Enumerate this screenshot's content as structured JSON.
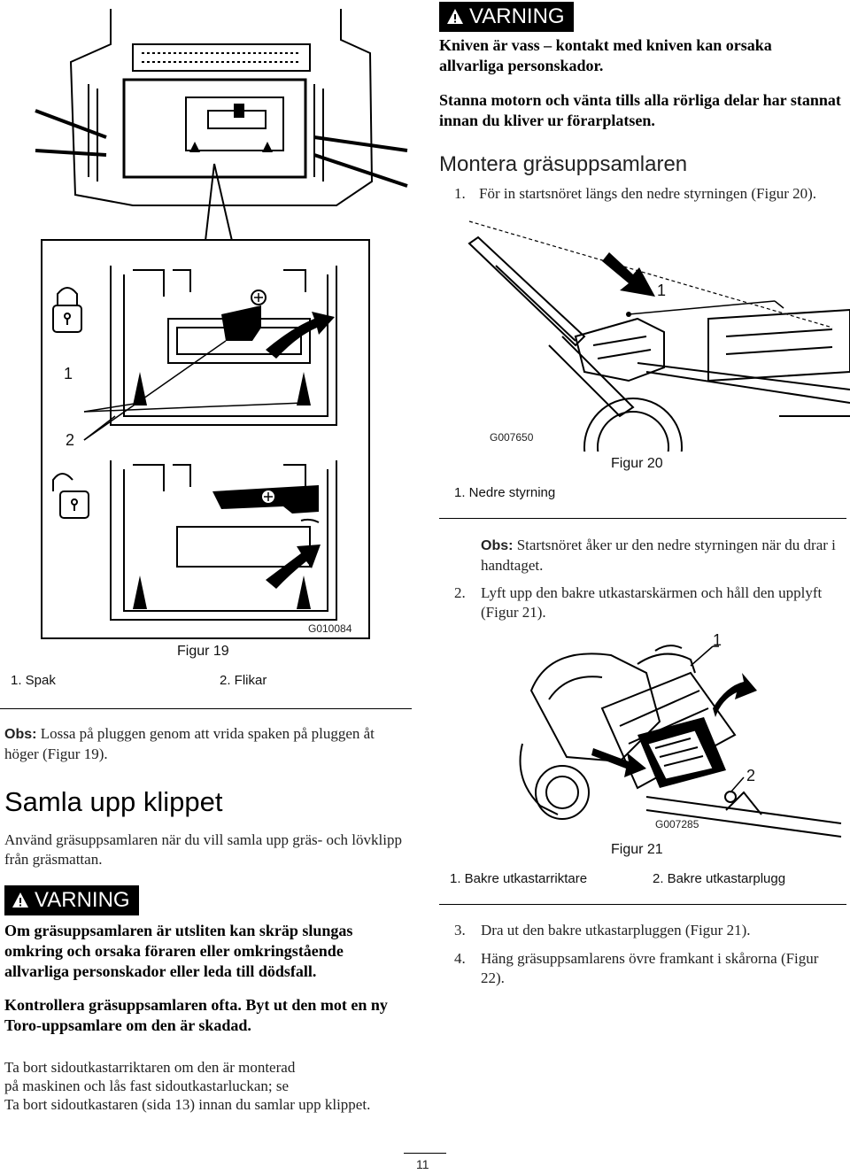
{
  "right_column": {
    "warning_badge": "VARNING",
    "warning_text_1": "Kniven är vass – kontakt med kniven kan orsaka allvarliga personskador.",
    "warning_text_2": "Stanna motorn och vänta tills alla rörliga delar har stannat innan du kliver ur förarplatsen.",
    "section_title": "Montera gräsuppsamlaren",
    "step1_num": "1.",
    "step1_text": "För in startsnöret längs den nedre styrningen (Figur 20).",
    "obs1_label": "Obs:",
    "obs1_text": "Startsnöret åker ur den nedre styrningen när du drar i handtaget.",
    "step2_num": "2.",
    "step2_text": "Lyft upp den bakre utkastarskärmen och håll den upplyft (Figur 21).",
    "step3_num": "3.",
    "step3_text": "Dra ut den bakre utkastarpluggen (Figur 21).",
    "step4_num": "4.",
    "step4_text": "Häng gräsuppsamlarens övre framkant i skårorna (Figur 22)."
  },
  "figure19": {
    "caption": "Figur 19",
    "code": "G010084",
    "callout_1": "1",
    "callout_2": "2",
    "legend_1": "1. Spak",
    "legend_2": "2. Flikar"
  },
  "figure20": {
    "caption": "Figur 20",
    "code": "G007650",
    "callout_1": "1",
    "legend_1": "1. Nedre styrning"
  },
  "figure21": {
    "caption": "Figur 21",
    "code": "G007285",
    "callout_1": "1",
    "callout_2": "2",
    "legend_1": "1. Bakre utkastarriktare",
    "legend_2": "2. Bakre utkastarplugg"
  },
  "left_column": {
    "obs_label": "Obs:",
    "obs_text": "Lossa på pluggen genom att vrida spaken på pluggen åt höger (Figur 19).",
    "section_title": "Samla upp klippet",
    "intro_text": "Använd gräsuppsamlaren när du vill samla upp gräs- och lövklipp från gräsmattan.",
    "warning_badge": "VARNING",
    "warning_text_1": "Om gräsuppsamlaren är utsliten kan skräp slungas omkring och orsaka föraren eller omkringstående allvarliga personskador eller leda till dödsfall.",
    "warning_text_2": "Kontrollera gräsuppsamlaren ofta. Byt ut den mot en ny Toro-uppsamlare om den är skadad.",
    "instruction_line_1": "Ta bort sidoutkastarriktaren om den är monterad",
    "instruction_line_2": "på maskinen och lås fast sidoutkastarluckan; se",
    "instruction_line_3": "Ta bort sidoutkastaren (sida 13) innan du samlar upp klippet."
  },
  "footer": {
    "page_number": "11"
  }
}
